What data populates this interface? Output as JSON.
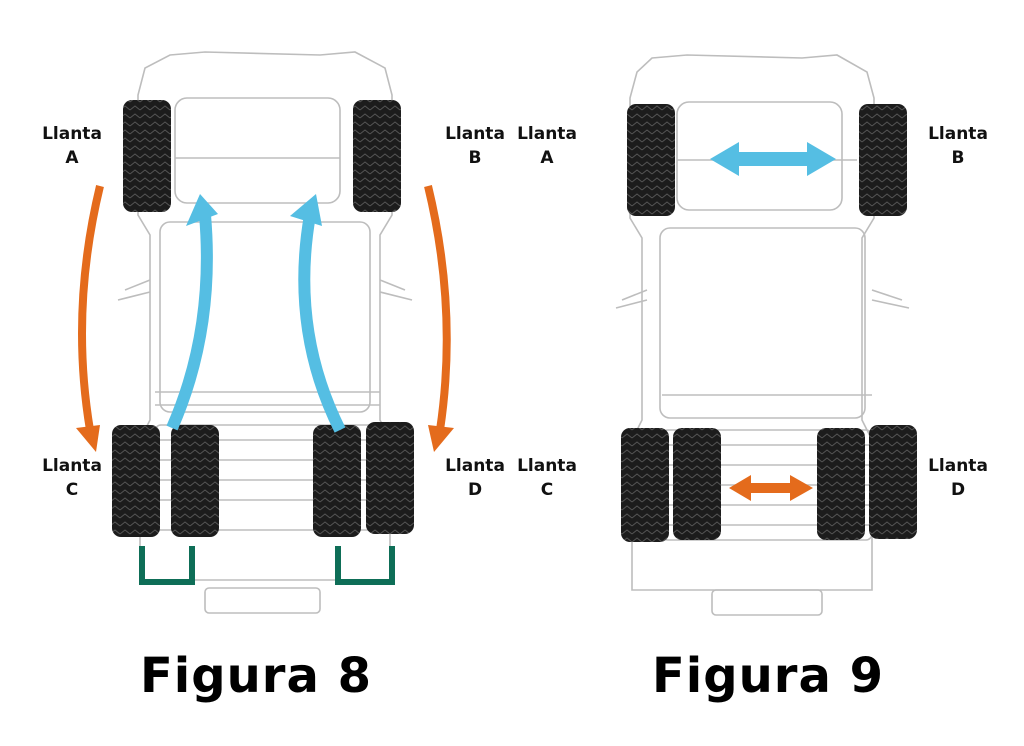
{
  "colors": {
    "orange_arrow": "#E46B1C",
    "blue_arrow": "#55BEE3",
    "green_bracket": "#0E6E57",
    "car_outline": "#BDBDBD",
    "tire": "#1A1A1A"
  },
  "figures": [
    {
      "caption": "Figura 8",
      "labels": {
        "a": {
          "line1": "Llanta",
          "line2": "A"
        },
        "b": {
          "line1": "Llanta",
          "line2": "B"
        },
        "c": {
          "line1": "Llanta",
          "line2": "C"
        },
        "d": {
          "line1": "Llanta",
          "line2": "D"
        }
      },
      "description": "Front tires move to rear outer positions (orange); rear inner tires move to front (blue); green brackets mark rear outer/inner pairs"
    },
    {
      "caption": "Figura 9",
      "labels": {
        "a": {
          "line1": "Llanta",
          "line2": "A"
        },
        "b": {
          "line1": "Llanta",
          "line2": "B"
        },
        "c": {
          "line1": "Llanta",
          "line2": "C"
        },
        "d": {
          "line1": "Llanta",
          "line2": "D"
        }
      },
      "description": "Front tires swap sides (blue); rear inner tires swap sides (orange)"
    }
  ]
}
